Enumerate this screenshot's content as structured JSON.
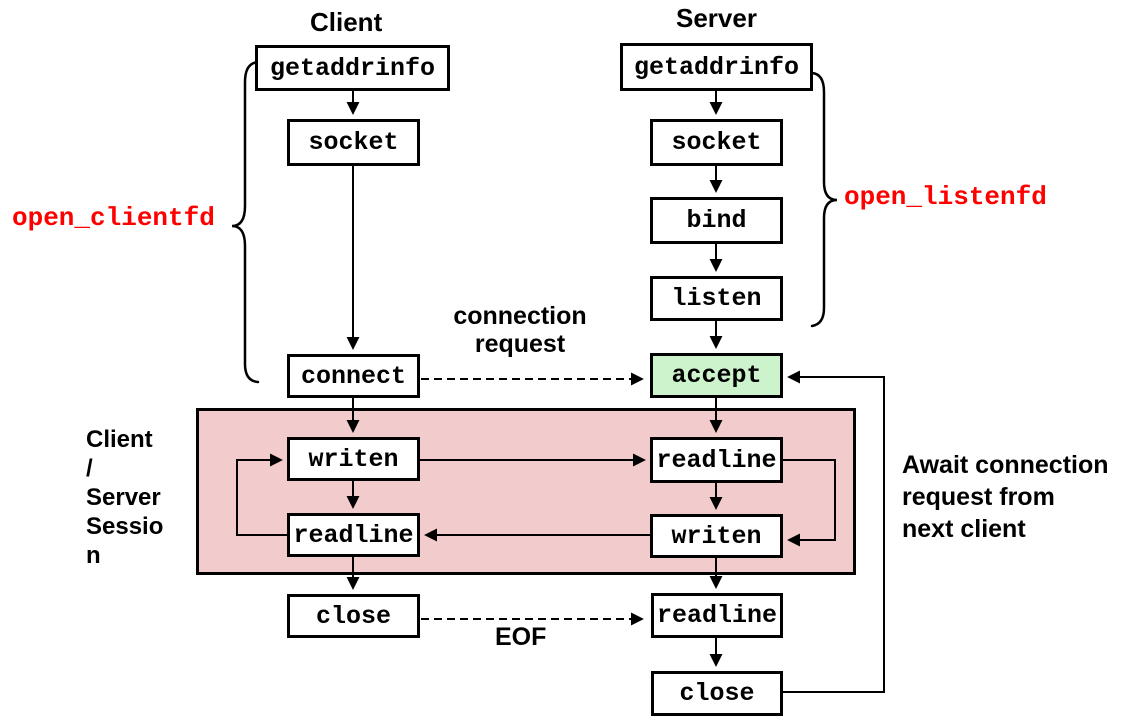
{
  "diagram": {
    "client": {
      "title": "Client",
      "boxes": {
        "getaddrinfo": "getaddrinfo",
        "socket": "socket",
        "connect": "connect",
        "writen": "writen",
        "readline": "readline",
        "close": "close"
      }
    },
    "server": {
      "title": "Server",
      "boxes": {
        "getaddrinfo": "getaddrinfo",
        "socket": "socket",
        "bind": "bind",
        "listen": "listen",
        "accept": "accept",
        "readline1": "readline",
        "writen": "writen",
        "readline2": "readline",
        "close": "close"
      }
    },
    "annotations": {
      "open_clientfd": "open_clientfd",
      "open_listenfd": "open_listenfd",
      "connection_request_lines": [
        "connection",
        "request"
      ],
      "eof": "EOF",
      "await_lines": [
        "Await connection",
        "request from",
        "next client"
      ],
      "session_label_lines": [
        "Client",
        "/",
        "Server",
        "Sessio",
        "n"
      ]
    },
    "colors": {
      "accent_red": "#ff0000",
      "accept_green": "#cdf3cd",
      "session_pink": "#f2cbcd",
      "line_black": "#000000"
    }
  }
}
